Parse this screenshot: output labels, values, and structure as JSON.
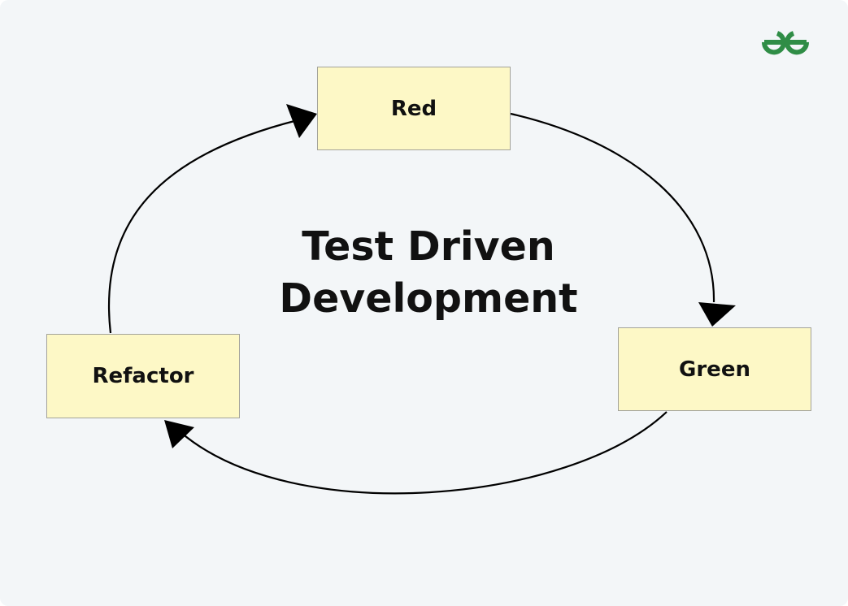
{
  "diagram": {
    "title_line_1": "Test Driven",
    "title_line_2": "Development",
    "nodes": {
      "red": "Red",
      "green": "Green",
      "refactor": "Refactor"
    },
    "flow": [
      "Red",
      "Green",
      "Refactor",
      "Red"
    ]
  },
  "colors": {
    "background": "#f3f6f8",
    "node_fill": "#fdf8c6",
    "node_border": "#a3a39a",
    "text": "#111111",
    "arrow": "#000000",
    "logo": "#2f8d46"
  },
  "logo": {
    "icon": "geeksforgeeks-logo-icon"
  }
}
